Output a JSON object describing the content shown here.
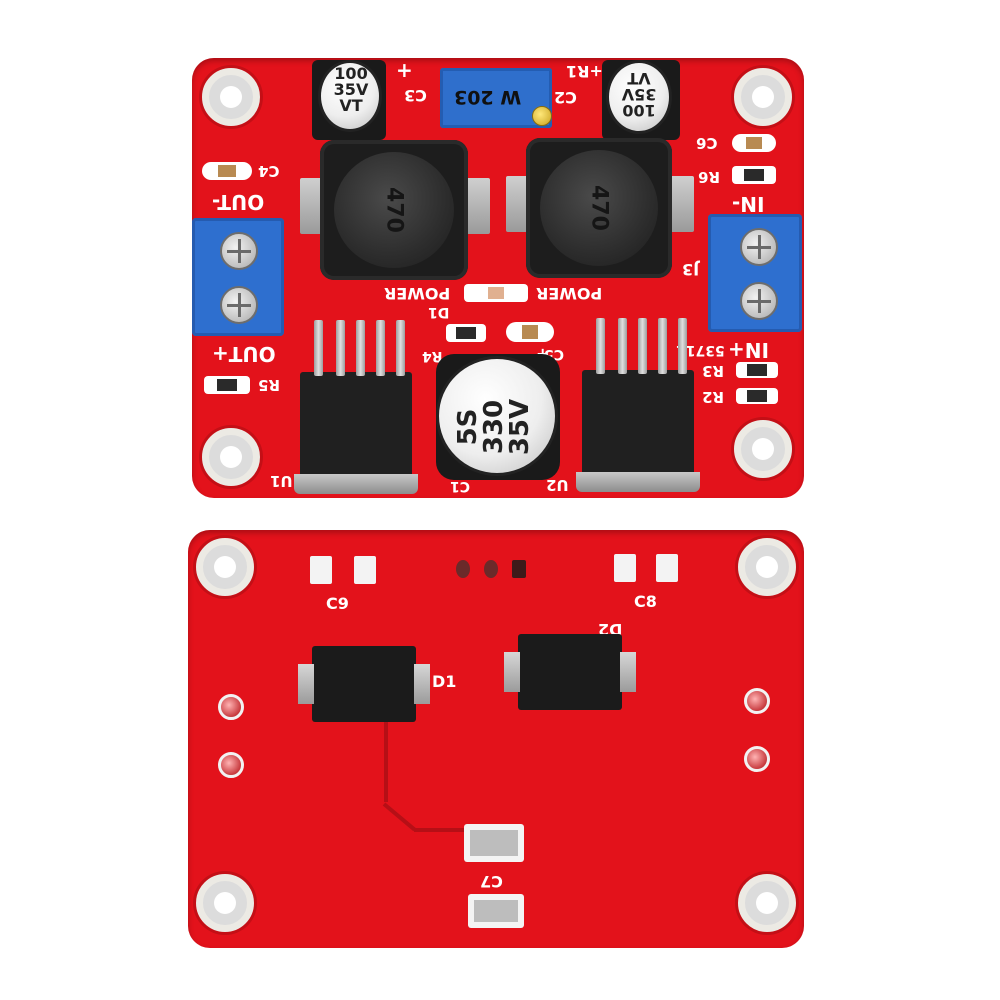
{
  "top_board": {
    "cap_left": {
      "lines": [
        "100",
        "35V",
        "VT"
      ]
    },
    "cap_right": {
      "lines": [
        "100",
        "35V",
        "VT"
      ]
    },
    "cap_center": {
      "lines": [
        "5S",
        "330",
        "35V"
      ]
    },
    "trimpot": {
      "text": "W 203"
    },
    "inductor_left": {
      "text": "470"
    },
    "inductor_right": {
      "text": "470"
    },
    "labels": {
      "plus_top": "+",
      "c3": "C3",
      "c2": "C2",
      "r1": "+R1",
      "c4": "C4",
      "c6": "C6",
      "r6": "R6",
      "out_minus": "OUT-",
      "out_plus": "OUT+",
      "in_minus": "IN-",
      "in_plus": "IN+",
      "j3": "J3",
      "power_left": "POWER",
      "power_right": "POWER",
      "d1": "D1",
      "r4": "R4",
      "c5": "C5",
      "c5_plus": "+",
      "code": "53711",
      "r3": "R3",
      "r2": "R2",
      "r5": "R5",
      "u1": "U1",
      "u2": "U2",
      "c1": "C1"
    }
  },
  "bottom_board": {
    "labels": {
      "c9": "C9",
      "c8": "C8",
      "d1": "D1",
      "d2": "D2",
      "c7": "C7"
    }
  }
}
